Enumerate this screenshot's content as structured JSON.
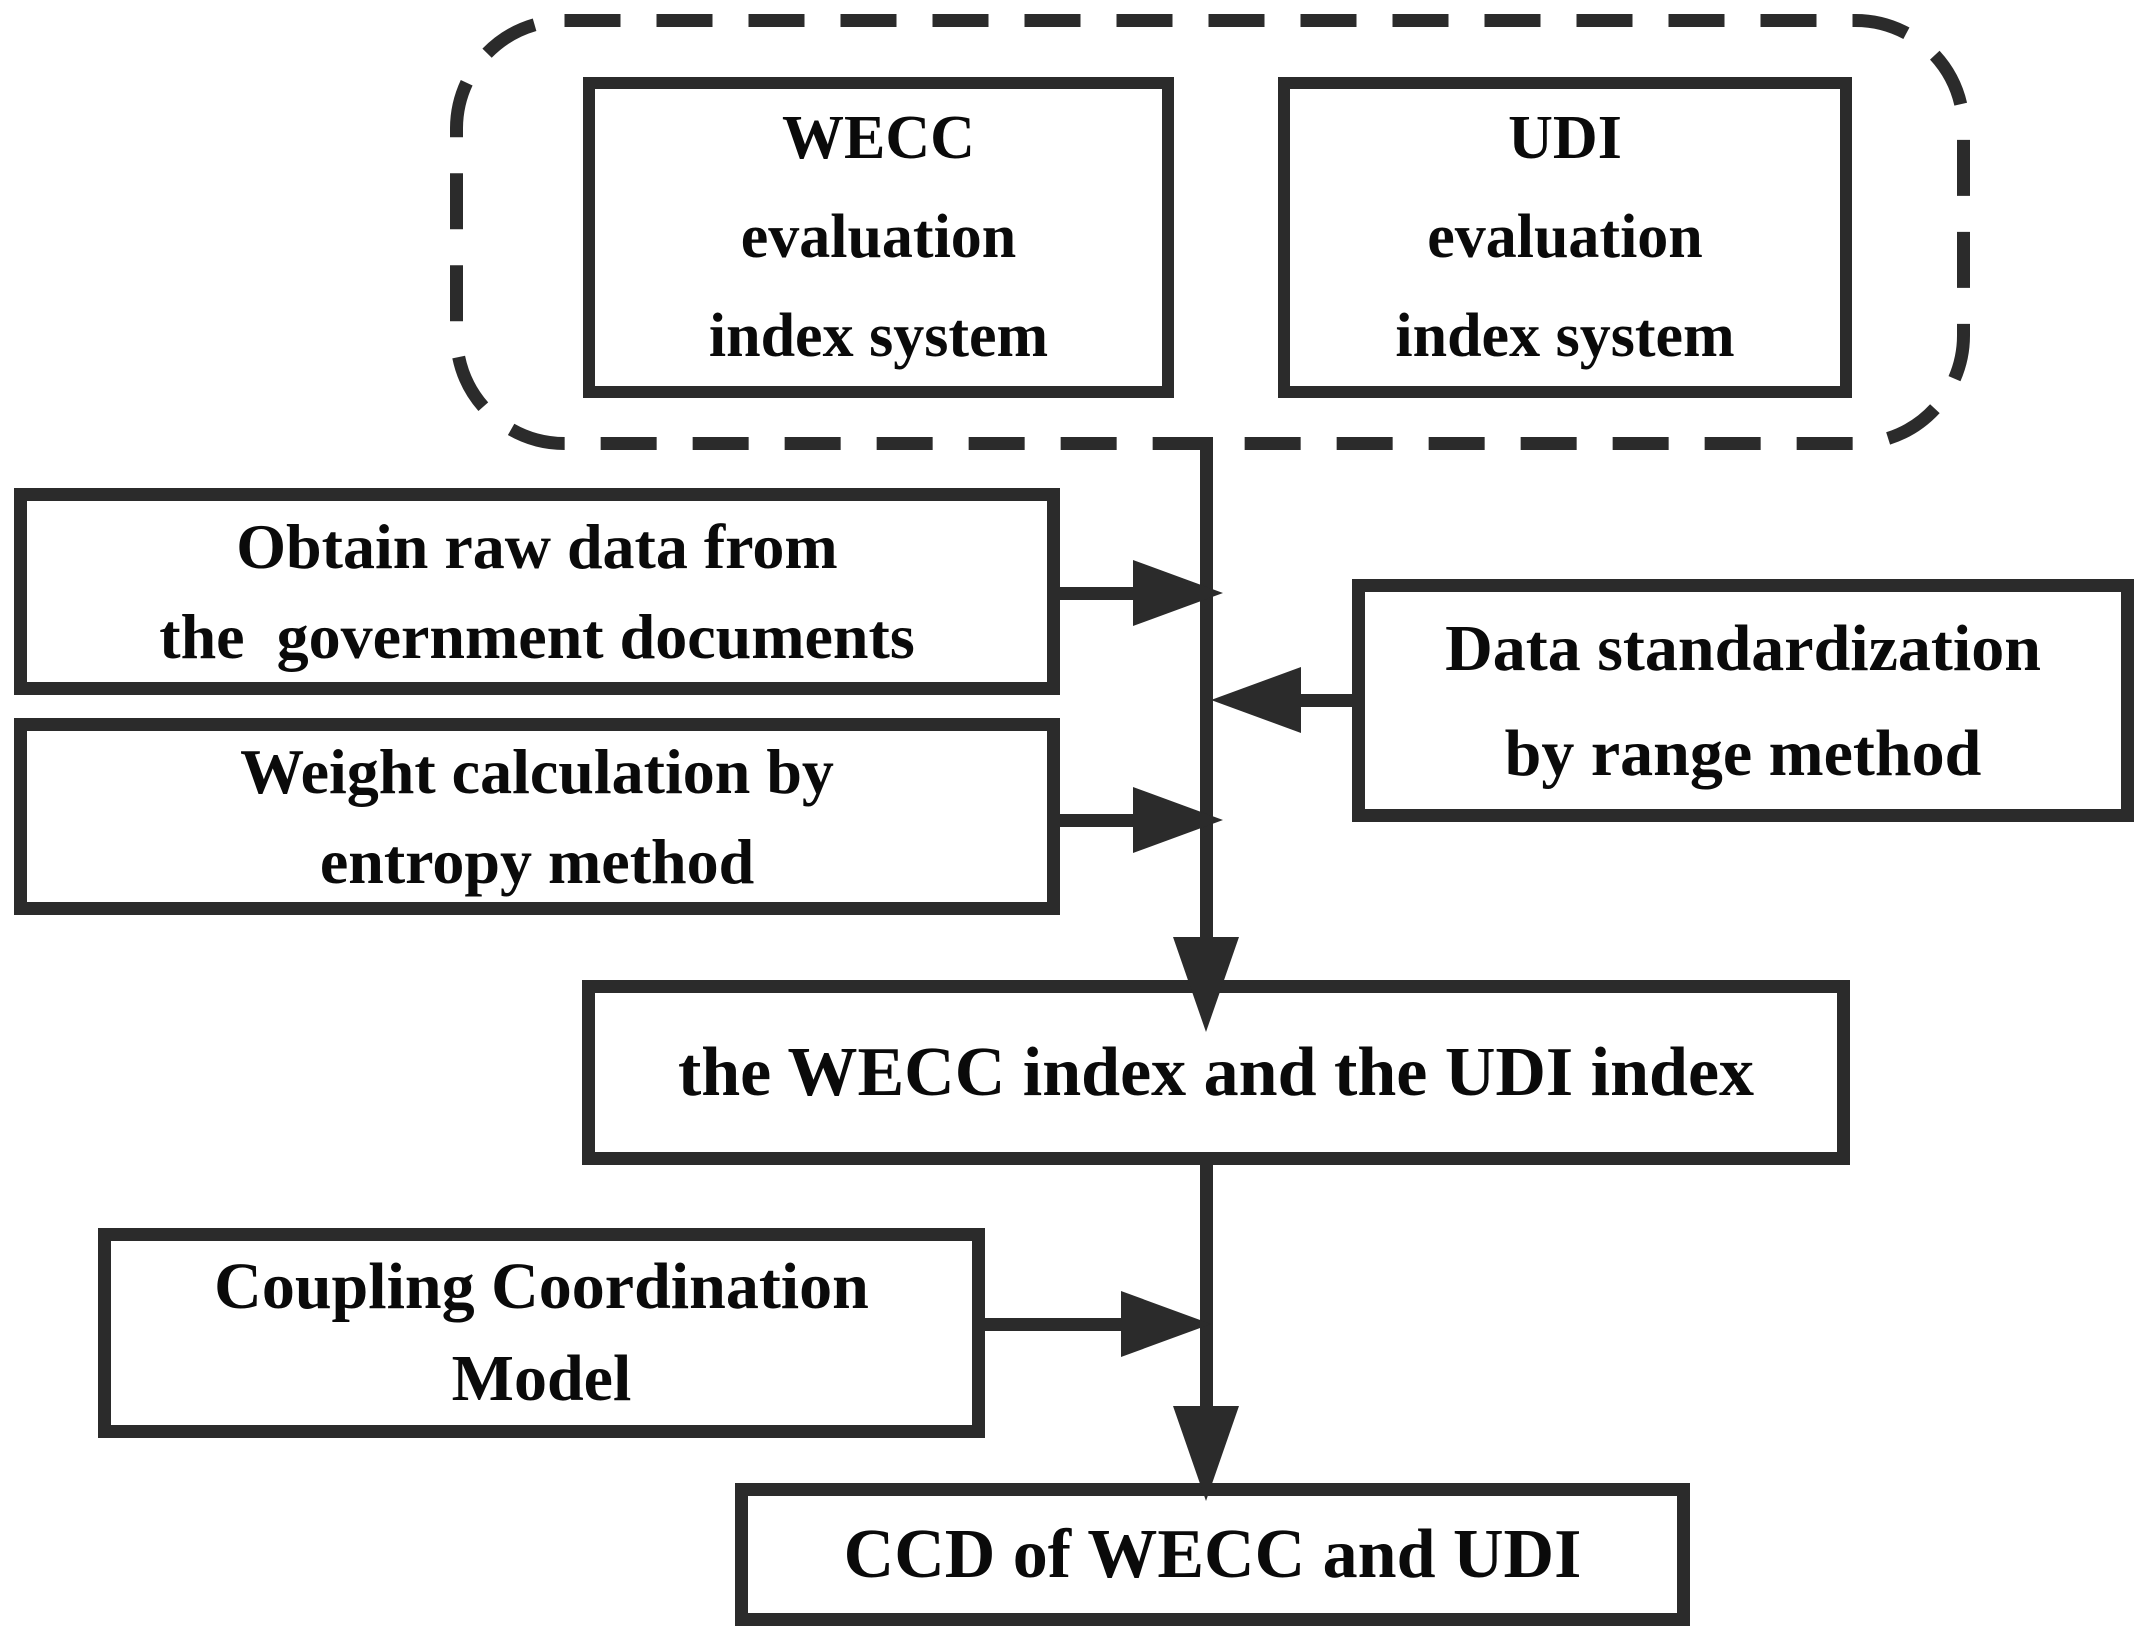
{
  "figure": {
    "background_color": "#ffffff",
    "stroke_color": "#2b2b2b",
    "text_color": "#0a0a0a"
  },
  "nodes": {
    "wecc_system": {
      "label": "WECC\nevaluation\nindex system"
    },
    "udi_system": {
      "label": "UDI\nevaluation\nindex system"
    },
    "obtain_raw_data": {
      "label": "Obtain raw data from\nthe  government documents"
    },
    "weight_calculation": {
      "label": "Weight calculation by\nentropy method"
    },
    "data_standardization": {
      "label": "Data standardization\nby range method"
    },
    "wecc_udi_index": {
      "label": "the WECC index and the UDI index"
    },
    "coupling_model": {
      "label": "Coupling Coordination\nModel"
    },
    "ccd_result": {
      "label": "CCD of WECC and UDI"
    }
  }
}
